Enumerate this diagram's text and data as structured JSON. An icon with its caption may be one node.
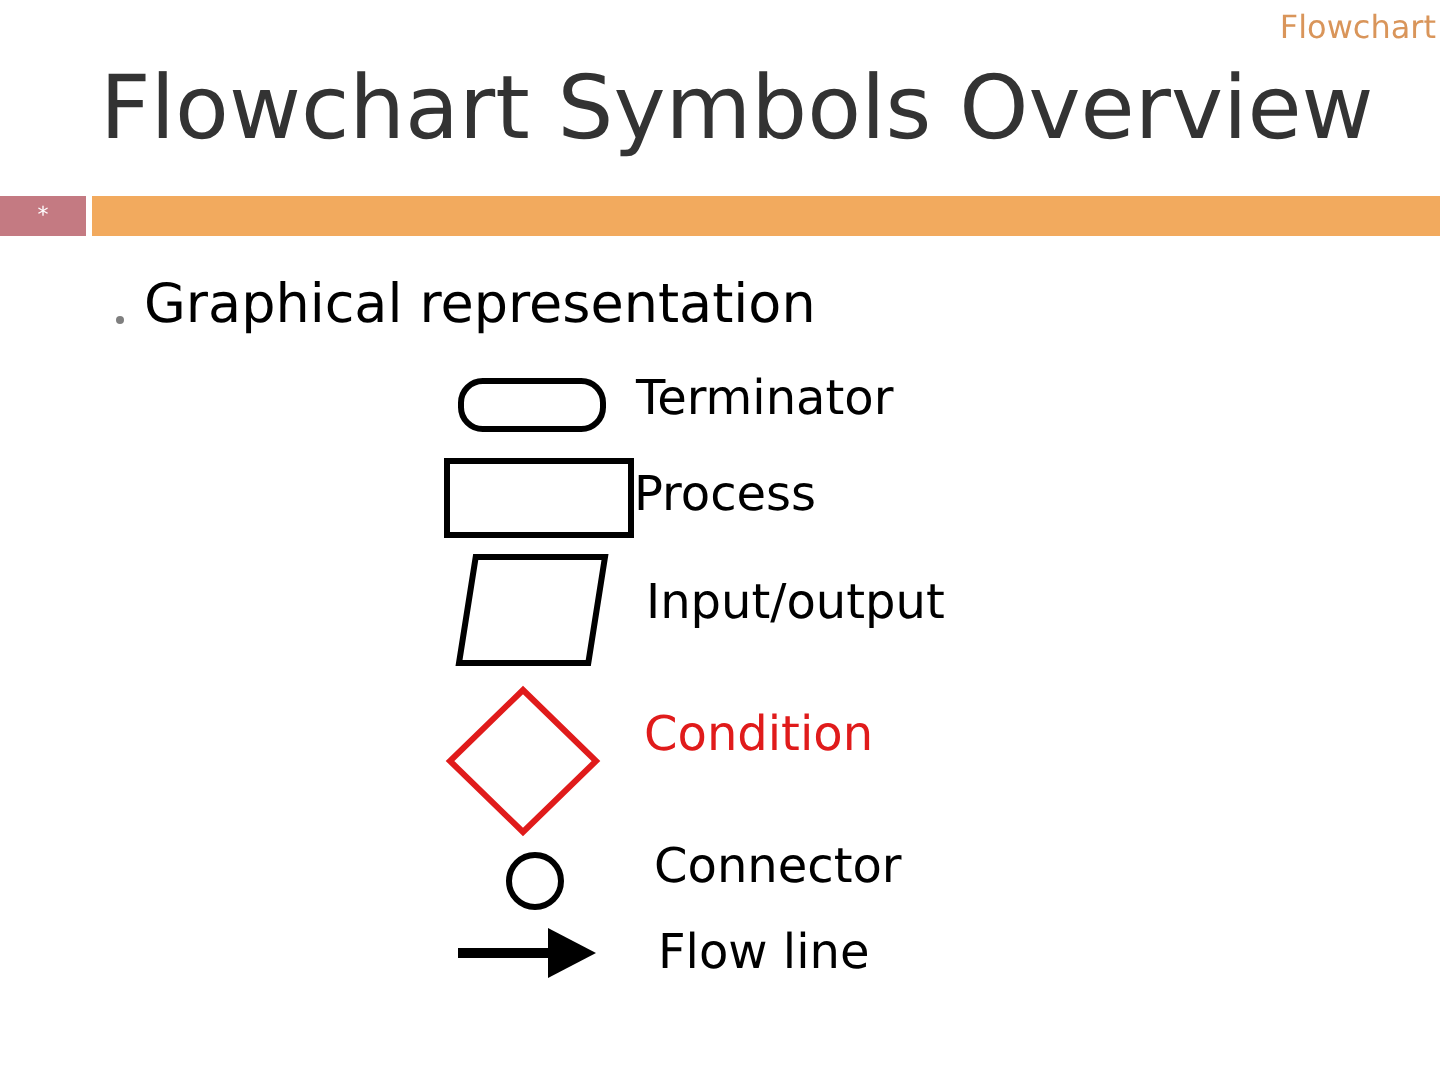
{
  "diagram": {
    "title": "Flowchart Symbols Overview",
    "nodes": [
      {
        "text": [],
        "shape": "pill",
        "beside": [
          "Terminator"
        ]
      },
      {
        "text": [],
        "shape": "box",
        "beside": [
          "Process"
        ]
      },
      {
        "text": [],
        "shape": "parallelogram",
        "beside": [
          "Input/output"
        ]
      },
      {
        "text": [],
        "shape": "diamond",
        "beside": [
          "Condition"
        ]
      },
      {
        "text": [],
        "shape": "circle",
        "beside": [
          "Connector"
        ]
      },
      {
        "text": [],
        "shape": "arrow",
        "beside": [
          "Flow line"
        ]
      }
    ],
    "labels": [
      "Flowchart",
      "*",
      "Graphical representation"
    ]
  }
}
